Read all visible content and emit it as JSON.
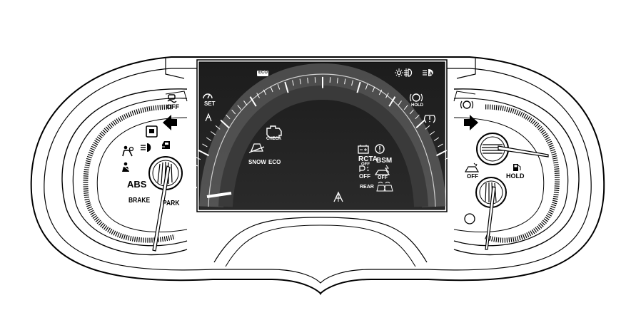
{
  "left_cluster": {
    "indicators": {
      "vsc_off": "OFF",
      "abs": "ABS",
      "brake": "BRAKE",
      "park": "PARK"
    }
  },
  "screen": {
    "indicators": {
      "eco_badge": "ECO",
      "set": "SET",
      "check": "CHECK",
      "hold_small": "HOLD",
      "snow": "SNOW",
      "eco": "ECO",
      "rcta": "RCTA",
      "rcta_off": "OFF",
      "bsm": "BSM",
      "pks_off": "OFF",
      "pcs_off": "OFF",
      "rear": "REAR"
    }
  },
  "right_cluster": {
    "indicators": {
      "hold": "HOLD",
      "sport_off": "OFF"
    }
  }
}
